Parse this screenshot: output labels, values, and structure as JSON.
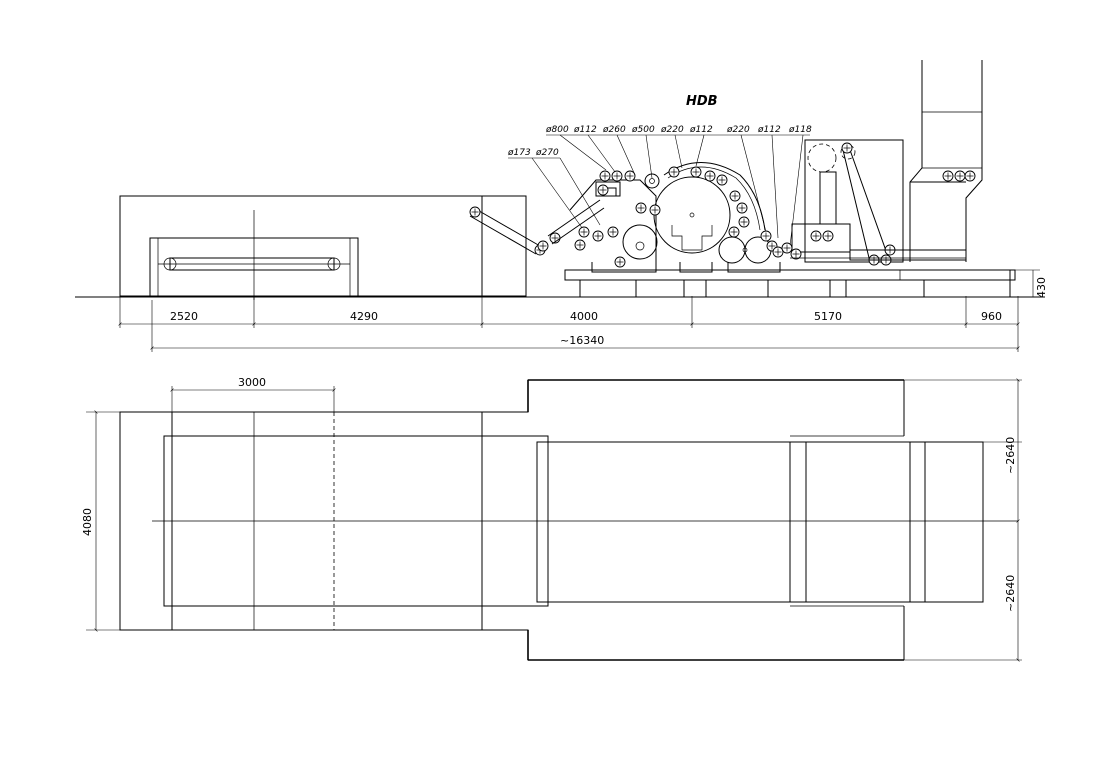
{
  "machine": {
    "title": "HDB"
  },
  "roll_labels": [
    {
      "key": "d800",
      "text": "ø800"
    },
    {
      "key": "d112a",
      "text": "ø112"
    },
    {
      "key": "d260",
      "text": "ø260"
    },
    {
      "key": "d500",
      "text": "ø500"
    },
    {
      "key": "d220a",
      "text": "ø220"
    },
    {
      "key": "d112b",
      "text": "ø112"
    },
    {
      "key": "d220b",
      "text": "ø220"
    },
    {
      "key": "d112c",
      "text": "ø112"
    },
    {
      "key": "d118",
      "text": "ø118"
    },
    {
      "key": "d173",
      "text": "ø173"
    },
    {
      "key": "d270",
      "text": "ø270"
    }
  ],
  "side_view": {
    "dimensions": {
      "d2520": "2520",
      "d4290": "4290",
      "d4000": "4000",
      "d5170": "5170",
      "d960": "960",
      "total": "~16340",
      "height": "430"
    }
  },
  "top_view": {
    "dimensions": {
      "d3000": "3000",
      "d4080": "4080",
      "d2640a": "~2640",
      "d2640b": "~2640"
    }
  },
  "colors": {
    "line": "#000000",
    "background": "#ffffff"
  }
}
